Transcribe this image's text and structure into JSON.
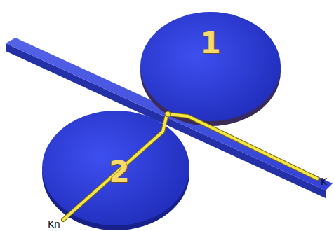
{
  "diagram": {
    "nodes": [
      {
        "text": [
          "1"
        ]
      },
      {
        "text": [
          "2"
        ]
      }
    ],
    "labels": [
      "K",
      "Kn"
    ]
  }
}
